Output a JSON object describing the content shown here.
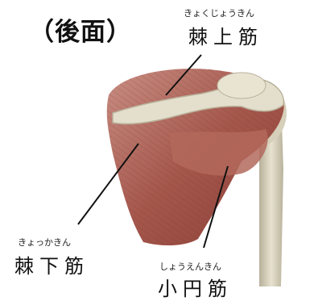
{
  "title": "（後面）",
  "labels": {
    "supraspinatus": {
      "ruby": "きょくじょうきん",
      "name": "棘上筋"
    },
    "infraspinatus": {
      "ruby": "きょっかきん",
      "name": "棘下筋"
    },
    "teres_minor": {
      "ruby": "しょうえんきん",
      "name": "小円筋"
    }
  }
}
